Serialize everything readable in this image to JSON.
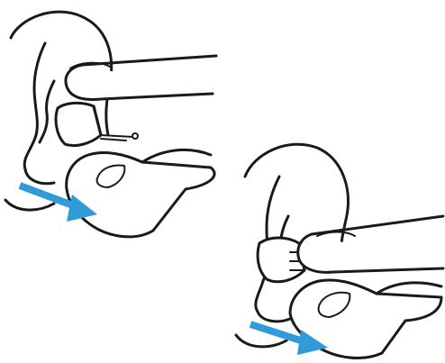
{
  "illustration": {
    "subject": "hearing-aid-removal",
    "steps": [
      {
        "id": "step-1",
        "action": "pull-out"
      },
      {
        "id": "step-2",
        "action": "pull-out"
      }
    ]
  },
  "colors": {
    "accent": "#2f9bd8",
    "ink": "#1a1a1a",
    "device_shell": "#ffffff",
    "device_wire": "#bdbdbd"
  }
}
